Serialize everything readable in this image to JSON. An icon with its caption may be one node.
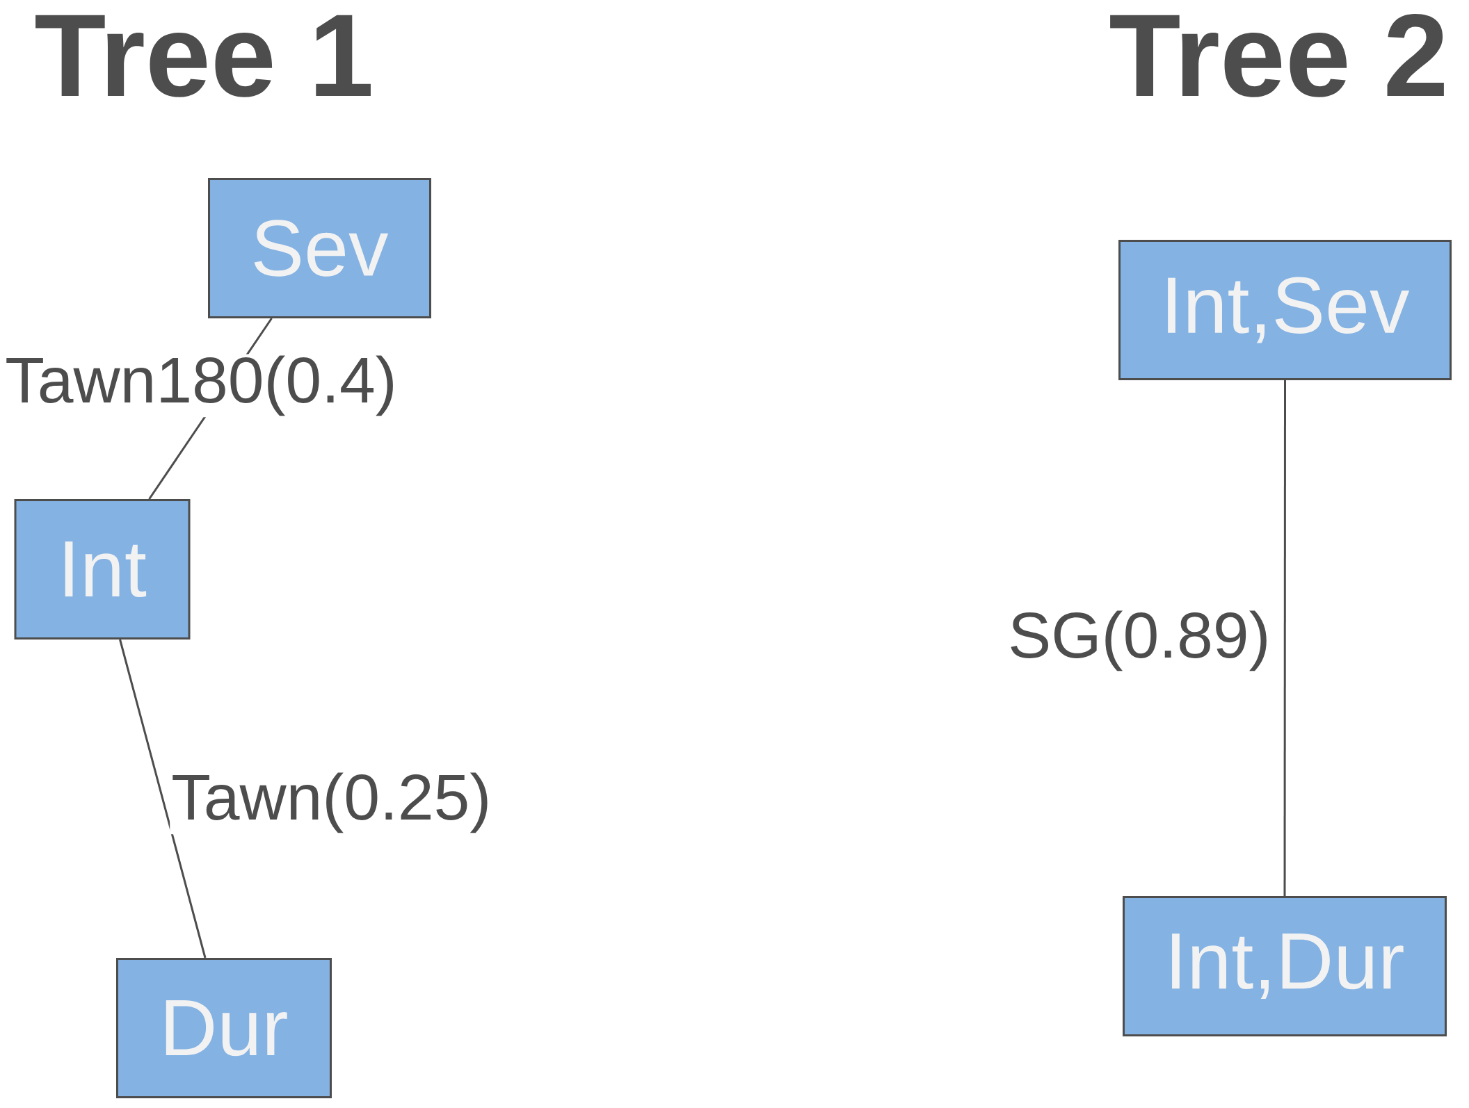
{
  "diagram": {
    "nodes": [
      {
        "text": [
          "Sev"
        ]
      },
      {
        "text": [
          "Int"
        ]
      },
      {
        "text": [
          "Dur"
        ]
      },
      {
        "text": [
          "Int,Sev"
        ]
      },
      {
        "text": [
          "Int,Dur"
        ]
      }
    ],
    "edges": [
      {
        "from": 0,
        "to": 1,
        "arrow": "none",
        "label": "Tawn180(0.4)"
      },
      {
        "from": 1,
        "to": 2,
        "arrow": "none",
        "label": "Tawn(0.25)"
      },
      {
        "from": 3,
        "to": 4,
        "arrow": "none",
        "label": "SG(0.89)"
      }
    ],
    "labels": [
      "Tree 1",
      "Tree 2"
    ]
  }
}
